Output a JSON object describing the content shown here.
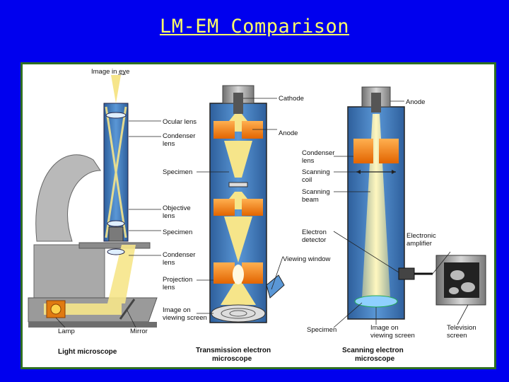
{
  "title": "LM-EM Comparison",
  "colors": {
    "background": "#0000ee",
    "title": "#ffff66",
    "frame": "#2e6e22",
    "column_blue": "#4a86c9",
    "lens_orange": "#f07a10",
    "beam_yellow": "#f6e58a",
    "metal_gray": "#9a9a9a"
  },
  "light_microscope": {
    "caption": "Light microscope",
    "labels": {
      "image_in_eye": "Image in eye",
      "ocular_lens": "Ocular lens",
      "condenser_lens_top": [
        "Condenser",
        "lens"
      ],
      "specimen_top": "Specimen",
      "objective_lens": [
        "Objective",
        "lens"
      ],
      "specimen": "Specimen",
      "condenser_lens": [
        "Condenser",
        "lens"
      ],
      "projection_lens": [
        "Projection",
        "lens"
      ],
      "image_on_screen": [
        "Image on",
        "viewing screen"
      ],
      "lamp": "Lamp",
      "mirror": "Mirror"
    }
  },
  "tem": {
    "caption": [
      "Transmission electron",
      "microscope"
    ],
    "labels": {
      "cathode": "Cathode",
      "anode": "Anode",
      "viewing_window": "Viewing window"
    }
  },
  "sem": {
    "caption": [
      "Scanning electron",
      "microscope"
    ],
    "labels": {
      "anode": "Anode",
      "condenser_lens": [
        "Condenser",
        "lens"
      ],
      "scanning_coil": [
        "Scanning",
        "coil"
      ],
      "scanning_beam": [
        "Scanning",
        "beam"
      ],
      "electron_detector": [
        "Electron",
        "detector"
      ],
      "electronic_amplifier": [
        "Electronic",
        "amplifier"
      ],
      "specimen": "Specimen",
      "image_on_screen": [
        "Image on",
        "viewing screen"
      ],
      "television_screen": [
        "Television",
        "screen"
      ]
    }
  }
}
